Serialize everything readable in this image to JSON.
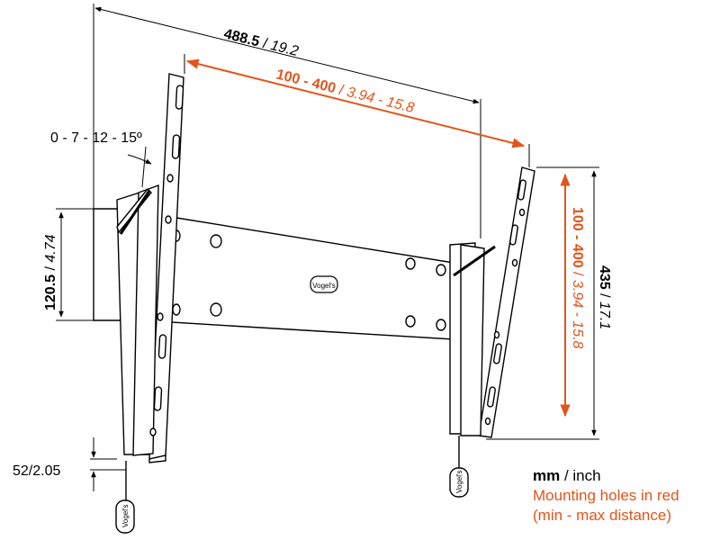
{
  "colors": {
    "accent_red": "#e2541b",
    "line": "#000000"
  },
  "dimensions": {
    "overall_width": {
      "mm": "488.5",
      "inch": "19.2"
    },
    "hole_horizontal": {
      "mm": "100 - 400",
      "inch": "3.94 - 15.8"
    },
    "hole_vertical": {
      "mm": "100 - 400",
      "inch": "3.94 - 15.8"
    },
    "height": {
      "mm": "435",
      "inch": "17.1"
    },
    "wall_plate_height": {
      "mm": "120.5",
      "inch": "4.74"
    },
    "depth": "52/2.05",
    "tilt": "0 - 7 - 12 - 15º"
  },
  "legend": {
    "units_bold": "mm",
    "units_rest": " / inch",
    "line2": "Mounting holes in red",
    "line3": "(min - max distance)"
  },
  "logo_text": "Vogel's"
}
